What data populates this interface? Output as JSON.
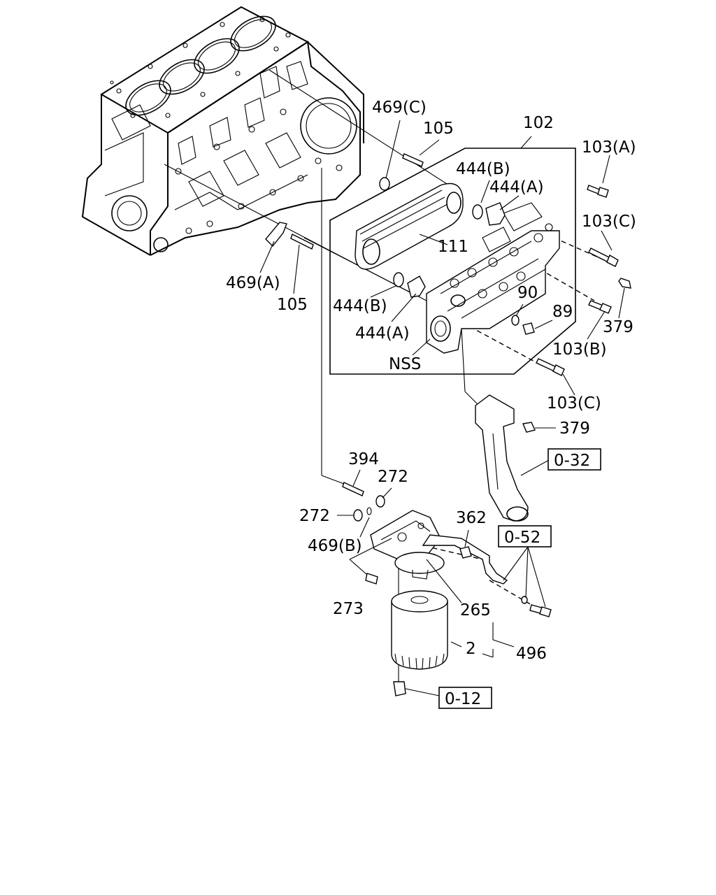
{
  "labels": {
    "l469c": "469(C)",
    "l105_top": "105",
    "l102": "102",
    "l103a": "103(A)",
    "l444b_top": "444(B)",
    "l444a_top": "444(A)",
    "l103c_top": "103(C)",
    "l111": "111",
    "l469a": "469(A)",
    "l105_bot": "105",
    "l90": "90",
    "l89": "89",
    "l379_top": "379",
    "l444b_bot": "444(B)",
    "l444a_bot": "444(A)",
    "l103b": "103(B)",
    "lnss": "NSS",
    "l103c_bot": "103(C)",
    "l379_bot": "379",
    "l394": "394",
    "l272_top": "272",
    "l272_left": "272",
    "l469b": "469(B)",
    "l362": "362",
    "l273": "273",
    "l265": "265",
    "l2": "2",
    "l496": "496"
  },
  "refs": {
    "r032": "0-32",
    "r052": "0-52",
    "r012": "0-12"
  }
}
